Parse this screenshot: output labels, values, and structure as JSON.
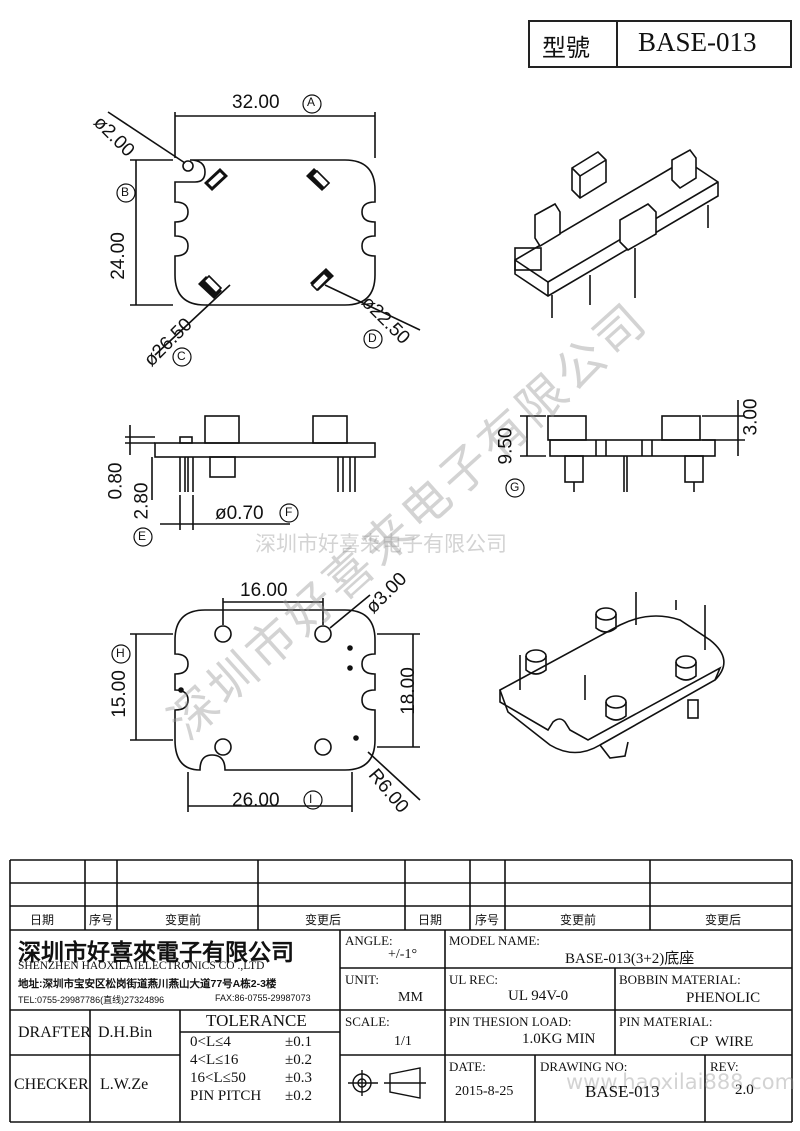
{
  "title_block": {
    "model_label": "型號",
    "model_value": "BASE-013"
  },
  "top_view": {
    "dim_a": "32.00",
    "dim_a_tag": "A",
    "dim_b": "24.00",
    "dim_b_tag": "B",
    "dim_c": "ø26.50",
    "dim_c_tag": "C",
    "dim_d": "ø22.50",
    "dim_d_tag": "D",
    "hole": "ø2.00"
  },
  "side_view": {
    "dim_08": "0.80",
    "dim_e": "2.80",
    "dim_e_tag": "E",
    "dim_f": "ø0.70",
    "dim_f_tag": "F"
  },
  "end_view": {
    "dim_g": "9.50",
    "dim_g_tag": "G",
    "dim_3": "3.00"
  },
  "bottom_view": {
    "dim_16": "16.00",
    "dim_hole": "ø3.00",
    "dim_h": "15.00",
    "dim_h_tag": "H",
    "dim_18": "18.00",
    "dim_i": "26.00",
    "dim_i_tag": "I",
    "dim_r": "R6.00"
  },
  "watermarks": {
    "diag": "深圳市好喜来电子有限公司",
    "center": "深圳市好喜来电子有限公司",
    "bottom": "www.haoxilai888.com"
  },
  "revision_table": {
    "headers": [
      "日期",
      "序号",
      "变更前",
      "变更后",
      "日期",
      "序号",
      "变更前",
      "变更后"
    ]
  },
  "company": {
    "name_cn": "深圳市好喜來電子有限公司",
    "name_en": "SHENZHEN HAOXILAIELECTRONICS CO .,LTD",
    "address": "地址:深圳市宝安区松岗街道燕川燕山大道77号A栋2-3楼",
    "tel": "TEL:0755-29987786(直线)27324896",
    "fax": "FAX:86-0755-29987073"
  },
  "fields": {
    "angle_label": "ANGLE:",
    "angle_value": "+/-1°",
    "model_name_label": "MODEL NAME:",
    "model_name_value": "BASE-013(3+2)底座",
    "unit_label": "UNIT:",
    "unit_value": "MM",
    "ul_label": "UL REC:",
    "ul_value": "UL 94V-0",
    "bobbin_label": "BOBBIN MATERIAL:",
    "bobbin_value": "PHENOLIC",
    "scale_label": "SCALE:",
    "scale_value": "1/1",
    "pin_load_label": "PIN THESION LOAD:",
    "pin_load_value": "1.0KG MIN",
    "pin_mat_label": "PIN MATERIAL:",
    "pin_mat_value": "CP  WIRE",
    "date_label": "DATE:",
    "date_value": "2015-8-25",
    "drawing_no_label": "DRAWING NO:",
    "drawing_no_value": "BASE-013",
    "rev_label": "REV:",
    "rev_value": "2.0"
  },
  "signoff": {
    "drafter_label": "DRAFTER",
    "drafter_value": "D.H.Bin",
    "checker_label": "CHECKER",
    "checker_value": "L.W.Ze"
  },
  "tolerance": {
    "title": "TOLERANCE",
    "rows": [
      {
        "range": "0<L≤4",
        "value": "±0.1"
      },
      {
        "range": "4<L≤16",
        "value": "±0.2"
      },
      {
        "range": "16<L≤50",
        "value": "±0.3"
      },
      {
        "range": "PIN PITCH",
        "value": "±0.2"
      }
    ]
  }
}
